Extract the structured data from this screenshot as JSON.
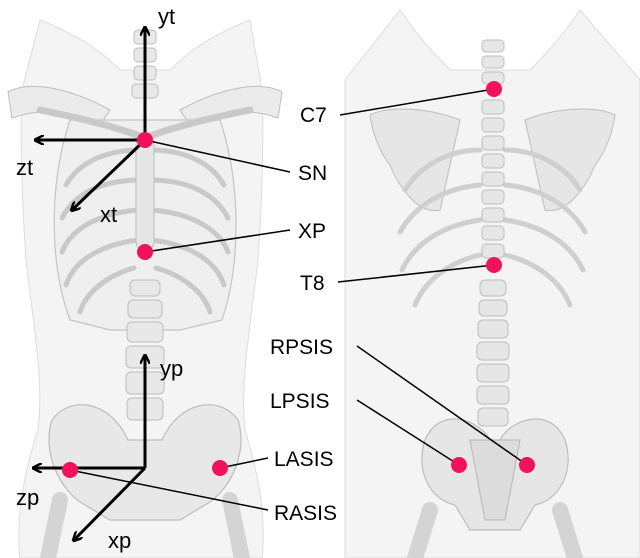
{
  "colors": {
    "marker": "#f0135c",
    "axis": "#000000",
    "leader": "#000000",
    "bone_fill": "#efefef",
    "bone_stroke": "#bdbdbd",
    "body_fill": "#f4f4f4"
  },
  "thorax_axes": {
    "y": "yt",
    "z": "zt",
    "x": "xt"
  },
  "pelvis_axes": {
    "y": "yp",
    "z": "zp",
    "x": "xp"
  },
  "landmarks": {
    "sn": "SN",
    "xp": "XP",
    "lasis": "LASIS",
    "rasis": "RASIS",
    "c7": "C7",
    "t8": "T8",
    "rpsis": "RPSIS",
    "lpsis": "LPSIS"
  }
}
